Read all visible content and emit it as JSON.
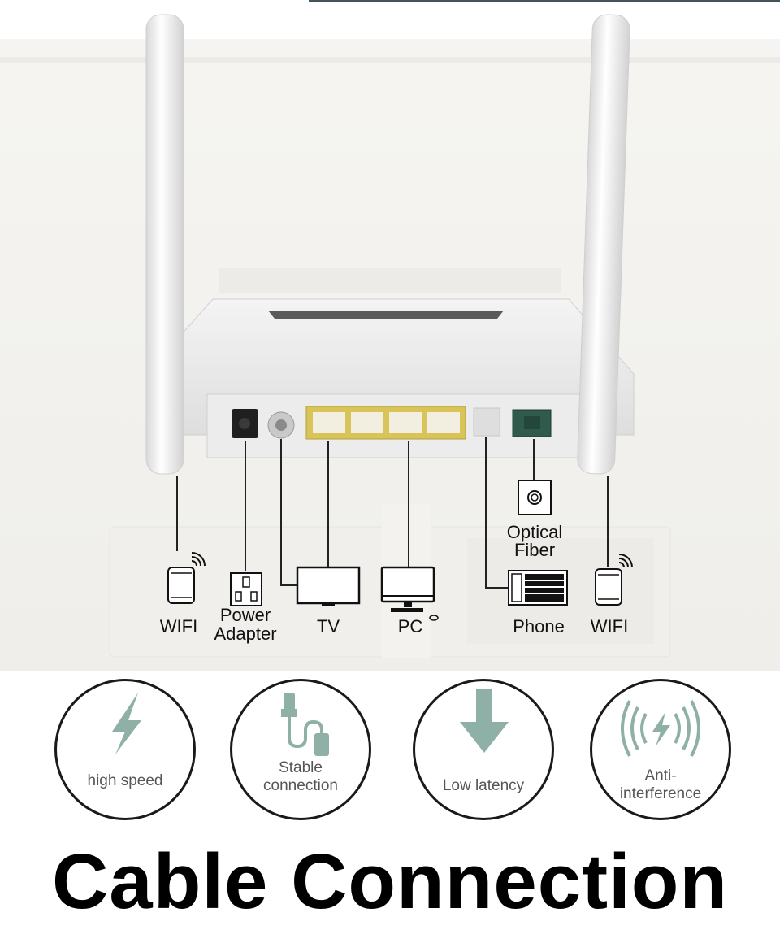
{
  "labels": {
    "wifi_left": "WIFI",
    "power_adapter_line1": "Power",
    "power_adapter_line2": "Adapter",
    "tv": "TV",
    "pc": "PC",
    "optical_fiber_line1": "Optical",
    "optical_fiber_line2": "Fiber",
    "phone": "Phone",
    "wifi_right": "WIFI"
  },
  "features": [
    {
      "line1": "high speed",
      "line2": "",
      "icon": "lightning-icon"
    },
    {
      "line1": "Stable",
      "line2": "connection",
      "icon": "cable-plug-icon"
    },
    {
      "line1": "Low latency",
      "line2": "",
      "icon": "down-arrow-icon"
    },
    {
      "line1": "Anti-",
      "line2": "interference",
      "icon": "signal-waves-icon"
    }
  ],
  "heading": "Cable Connection",
  "colors": {
    "feature_icon": "#8fb0a6",
    "port_yellow": "#d9c45a",
    "fiber_port": "#2f5a4c"
  }
}
